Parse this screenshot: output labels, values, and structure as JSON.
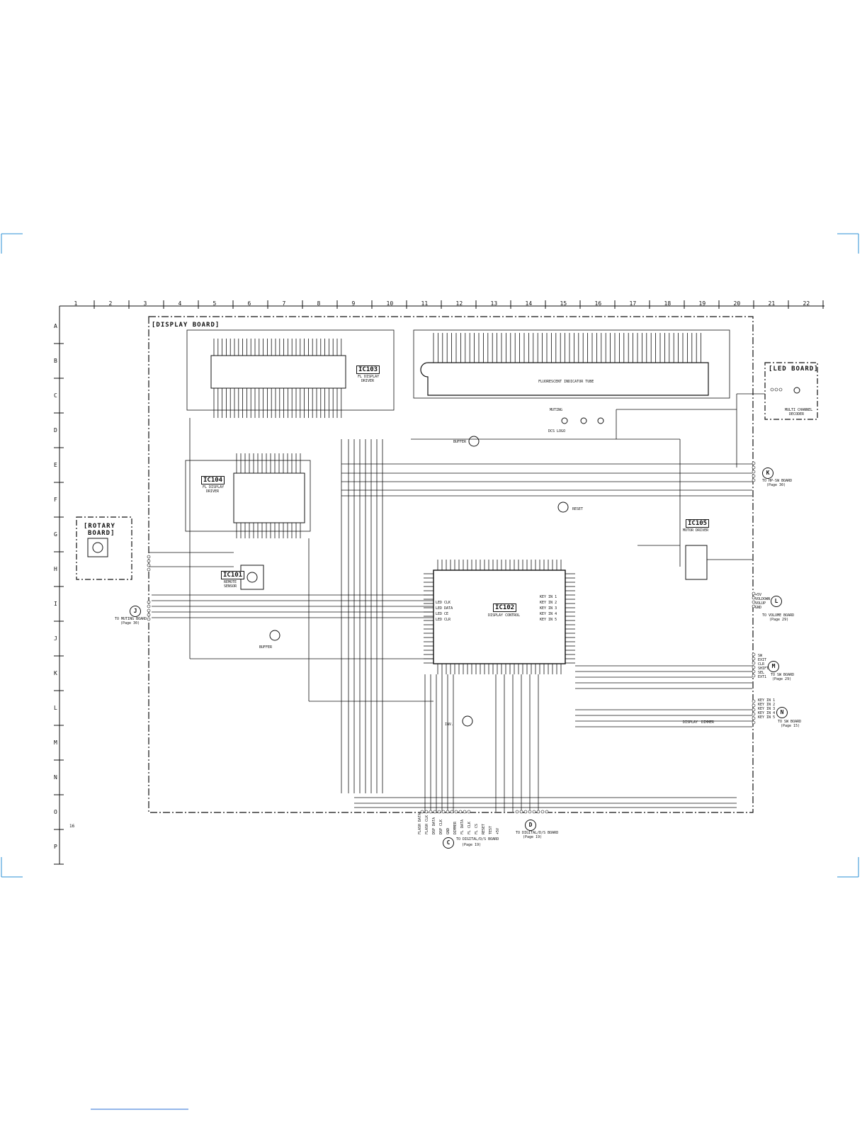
{
  "page_number": "16",
  "grid": {
    "columns": [
      "1",
      "2",
      "3",
      "4",
      "5",
      "6",
      "7",
      "8",
      "9",
      "10",
      "11",
      "12",
      "13",
      "14",
      "15",
      "16",
      "17",
      "18",
      "19",
      "20",
      "21",
      "22"
    ],
    "rows": [
      "A",
      "B",
      "C",
      "D",
      "E",
      "F",
      "G",
      "H",
      "I",
      "J",
      "K",
      "L",
      "M",
      "N",
      "O",
      "P"
    ]
  },
  "boards": {
    "display": "[DISPLAY BOARD]",
    "led": "[LED BOARD]",
    "rotary_line1": "[ROTARY",
    "rotary_line2": "BOARD]"
  },
  "ics": {
    "ic103": {
      "name": "IC103",
      "desc1": "FL DISPLAY",
      "desc2": "DRIVER"
    },
    "ic104": {
      "name": "IC104",
      "desc1": "FL DISPLAY",
      "desc2": "DRIVER"
    },
    "ic101": {
      "name": "IC101",
      "desc1": "REMOTE",
      "desc2": "SENSOR"
    },
    "ic102": {
      "name": "IC102",
      "desc1": "DISPLAY CONTROL"
    },
    "ic105": {
      "name": "IC105",
      "desc1": "MOTOR DRIVER"
    }
  },
  "fl_tube": {
    "label": "FLUORESCENT INDICATOR TUBE"
  },
  "transistors": {
    "q105": "BUFFER",
    "q101": "BUFFER",
    "q106": "RESET",
    "q102": "INV."
  },
  "leds": {
    "muting": "MUTING",
    "dcs_logo": "DCS LOGO",
    "multi_channel": "MULTI CHANNEL",
    "decoder": "DECODER",
    "display": "DISPLAY",
    "dimmer": "DIMMER"
  },
  "connectors": {
    "J": {
      "letter": "J",
      "line1": "TO MUTING BOARD",
      "line2": "(Page 30)"
    },
    "K": {
      "letter": "K",
      "line1": "TO HP-SW BOARD",
      "line2": "(Page 30)"
    },
    "L": {
      "letter": "L",
      "line1": "TO VOLUME BOARD",
      "line2": "(Page 29)"
    },
    "M": {
      "letter": "M",
      "line1": "TO SW BOARD",
      "line2": "(Page 29)"
    },
    "N": {
      "letter": "N",
      "line1": "TO SW BOARD",
      "line2": "(Page 15)"
    },
    "C": {
      "letter": "C",
      "line1": "TO DIGITAL/D/S BOARD",
      "line2": "(Page 19)"
    },
    "D": {
      "letter": "D",
      "line1": "TO DIGITAL/D/S BOARD",
      "line2": "(Page 19)"
    }
  },
  "pin_labels": {
    "cn_l": [
      "+5V",
      "VOLDOWN",
      "VOLUP",
      "GND"
    ],
    "cn_m": [
      "SW",
      "EXIT",
      "CLR",
      "SHIFT",
      "SEL",
      "EXT1"
    ],
    "cn_n": [
      "KEY IN 1",
      "KEY IN 2",
      "KEY IN 3",
      "KEY IN 4",
      "KEY IN 5"
    ],
    "ic102_left": [
      "LED CLK",
      "LED DATA",
      "LED CE",
      "LED CLR"
    ],
    "ic102_right": [
      "KEY IN 1",
      "KEY IN 2",
      "KEY IN 3",
      "KEY IN 4",
      "KEY IN 5"
    ],
    "cn_c": [
      "FLASH DATA",
      "FLASH CLK",
      "DSP DATA",
      "DSP CLK",
      "GND",
      "DIMMER",
      "FL DATA",
      "FL CLK",
      "FL CS",
      "RESET",
      "TEST",
      "+5V"
    ]
  }
}
